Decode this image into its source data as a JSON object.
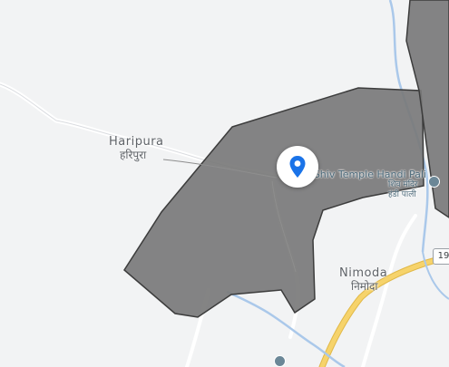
{
  "map": {
    "places": {
      "haripura": {
        "name_en": "Haripura",
        "name_hi": "हरिपुरा"
      },
      "nimoda": {
        "name_en": "Nimoda",
        "name_hi": "निमोदा"
      }
    },
    "poi": {
      "temple": {
        "name_en": "Shiv Temple Handi Pali",
        "name_hi_line1": "शिव मंदिर",
        "name_hi_line2": "हंडी पाली",
        "icon": "temple-poi-icon"
      }
    },
    "road_shield": {
      "label": "19"
    },
    "marker": {
      "icon": "location-pin-icon",
      "color": "#1a73e8"
    },
    "colors": {
      "land": "#f2f3f4",
      "polygon_fill": "#7a7a7a",
      "polygon_stroke": "#3c3c3c",
      "river": "#aac8ea",
      "highway": "#f6d36b",
      "road": "#ffffff"
    }
  }
}
